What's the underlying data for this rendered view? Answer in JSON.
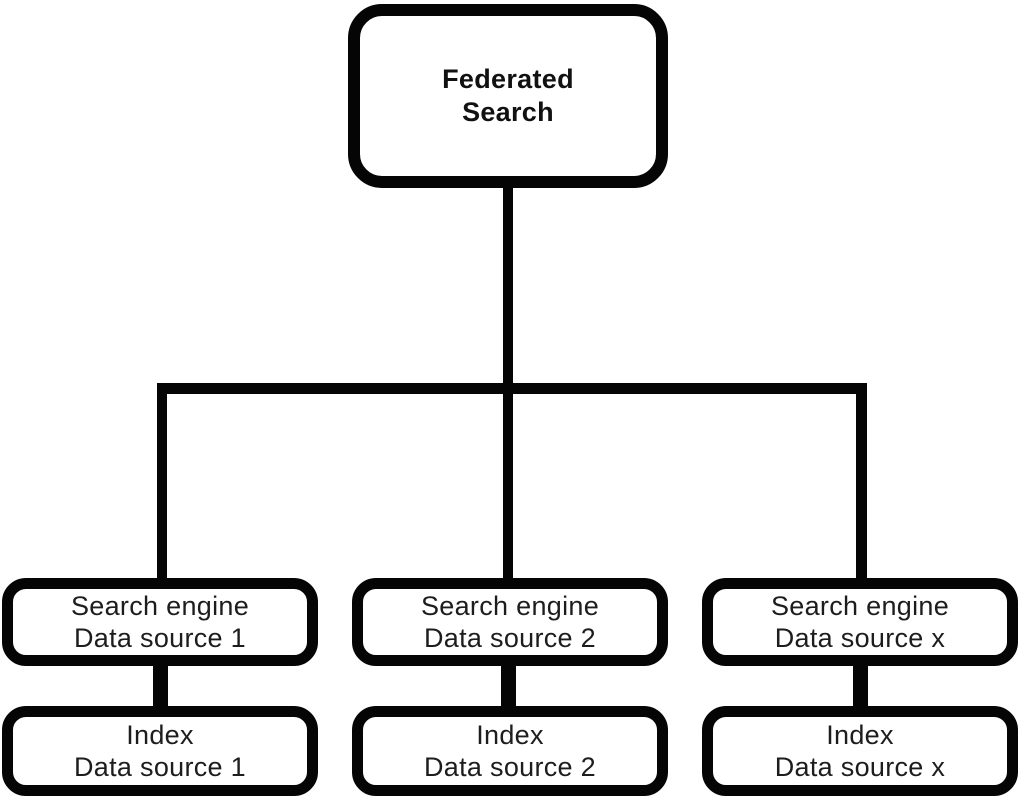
{
  "diagram": {
    "root": {
      "label": "Federated Search"
    },
    "columns": [
      {
        "search_engine": {
          "line1": "Search engine",
          "line2": "Data source 1"
        },
        "index": {
          "line1": "Index",
          "line2": "Data source 1"
        }
      },
      {
        "search_engine": {
          "line1": "Search engine",
          "line2": "Data source 2"
        },
        "index": {
          "line1": "Index",
          "line2": "Data source 2"
        }
      },
      {
        "search_engine": {
          "line1": "Search engine",
          "line2": "Data source x"
        },
        "index": {
          "line1": "Index",
          "line2": "Data source x"
        }
      }
    ],
    "colors": {
      "line": "#050505",
      "border": "#050505",
      "text": "#1d1d1d",
      "background": "#ffffff"
    }
  }
}
